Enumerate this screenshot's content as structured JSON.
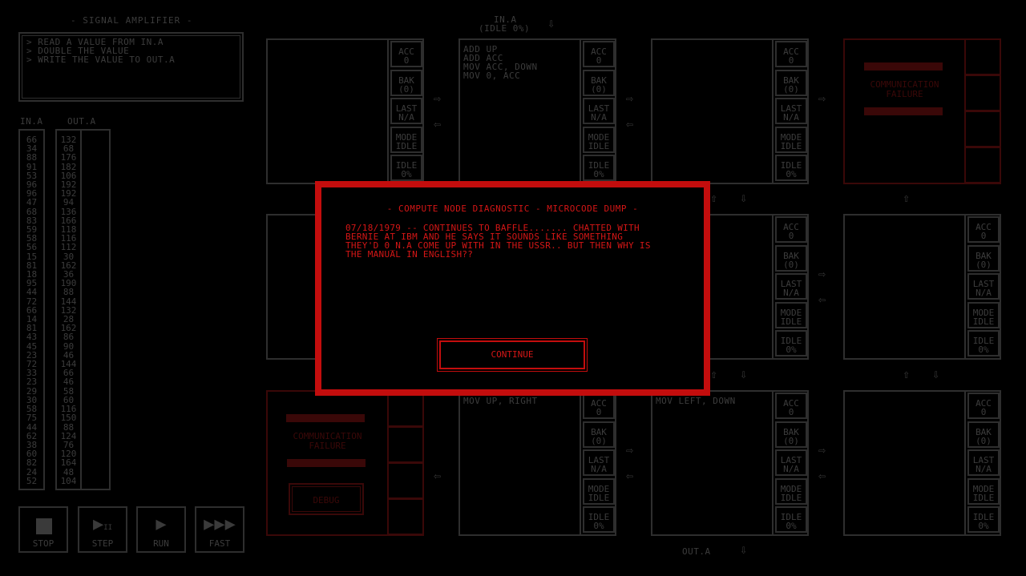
{
  "puzzle": {
    "title": "- SIGNAL AMPLIFIER -",
    "objectives": [
      "> READ A VALUE FROM IN.A",
      "> DOUBLE THE VALUE",
      "> WRITE THE VALUE TO OUT.A"
    ]
  },
  "io": {
    "in_header": "IN.A",
    "out_header": "OUT.A",
    "in_values": [
      "66",
      "34",
      "88",
      "91",
      "53",
      "96",
      "96",
      "47",
      "68",
      "83",
      "59",
      "58",
      "56",
      "15",
      "81",
      "18",
      "95",
      "44",
      "72",
      "66",
      "14",
      "81",
      "43",
      "45",
      "23",
      "72",
      "33",
      "23",
      "29",
      "30",
      "58",
      "75",
      "44",
      "62",
      "38",
      "60",
      "82",
      "24",
      "52"
    ],
    "out_values": [
      "132",
      "68",
      "176",
      "182",
      "106",
      "192",
      "192",
      "94",
      "136",
      "166",
      "118",
      "116",
      "112",
      "30",
      "162",
      "36",
      "190",
      "88",
      "144",
      "132",
      "28",
      "162",
      "86",
      "90",
      "46",
      "144",
      "66",
      "46",
      "58",
      "60",
      "116",
      "150",
      "88",
      "124",
      "76",
      "120",
      "164",
      "48",
      "104"
    ]
  },
  "controls": {
    "stop": "STOP",
    "step": "STEP",
    "run": "RUN",
    "fast": "FAST"
  },
  "top_input": {
    "label": "IN.A",
    "status": "(IDLE 0%)"
  },
  "bottom_output": {
    "label": "OUT.A"
  },
  "registers": {
    "acc": "ACC",
    "acc_val": "0",
    "bak": "BAK",
    "bak_val": "(0)",
    "last": "LAST",
    "last_val": "N/A",
    "mode": "MODE",
    "mode_val": "IDLE",
    "idle": "IDLE",
    "idle_val": "0%"
  },
  "nodes": {
    "n1_code": "",
    "n2_code": "ADD UP\nADD ACC\nMOV ACC, DOWN\nMOV 0, ACC",
    "n3_code": "",
    "n6_code": "",
    "n7_code": "MOV UP, RIGHT",
    "n8_code": "MOV LEFT, DOWN",
    "n9_code": ""
  },
  "failure": {
    "text": "COMMUNICATION\nFAILURE",
    "debug": "DEBUG"
  },
  "modal": {
    "title": "- COMPUTE NODE DIAGNOSTIC - MICROCODE DUMP -",
    "body": "07/18/1979 -- CONTINUES TO BAFFLE....... CHATTED WITH\nBERNIE AT IBM AND HE SAYS IT SOUNDS LIKE SOMETHING\nTHEY'D 0_N.A COME UP WITH IN THE USSR.. BUT THEN WHY IS\nTHE MANUAL IN ENGLISH??",
    "continue": "CONTINUE"
  },
  "colors": {
    "accent": "#c30d0d",
    "dim": "#2e2e2e",
    "failure": "#3a0808"
  }
}
